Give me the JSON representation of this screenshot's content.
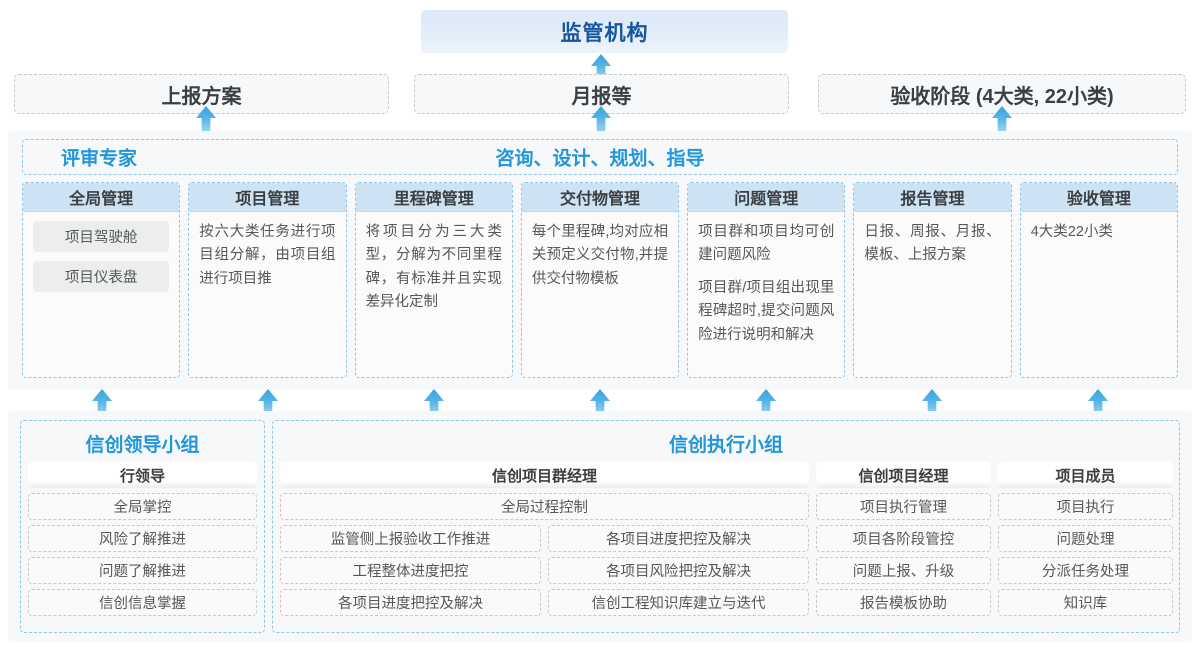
{
  "top": {
    "regulator": "监管机构",
    "reports": [
      "上报方案",
      "月报等",
      "验收阶段 (4大类, 22小类)"
    ]
  },
  "middle": {
    "header_left": "评审专家",
    "header_center": "咨询、设计、规划、指导",
    "columns": [
      {
        "title": "全局管理",
        "pills": [
          "项目驾驶舱",
          "项目仪表盘"
        ],
        "paras": []
      },
      {
        "title": "项目管理",
        "pills": [],
        "paras": [
          "按六大类任务进行项目组分解，由项目组进行项目推"
        ]
      },
      {
        "title": "里程碑管理",
        "pills": [],
        "paras": [
          "将项目分为三大类型，分解为不同里程碑，有标准并且实现差异化定制"
        ]
      },
      {
        "title": "交付物管理",
        "pills": [],
        "paras": [
          "每个里程碑,均对应相关预定义交付物,并提供交付物模板"
        ]
      },
      {
        "title": "问题管理",
        "pills": [],
        "paras": [
          "项目群和项目均可创建问题风险",
          "项目群/项目组出现里程碑超时,提交问题风险进行说明和解决"
        ]
      },
      {
        "title": "报告管理",
        "pills": [],
        "paras": [
          "日报、周报、月报、模板、上报方案"
        ]
      },
      {
        "title": "验收管理",
        "pills": [],
        "paras": [
          "4大类22小类"
        ]
      }
    ]
  },
  "bottom": {
    "leading_group": {
      "title": "信创领导小组",
      "role": "行领导",
      "items": [
        "全局掌控",
        "风险了解推进",
        "问题了解推进",
        "信创信息掌握"
      ]
    },
    "execution_group": {
      "title": "信创执行小组",
      "program_manager": {
        "role": "信创项目群经理",
        "full_width_item": "全局过程控制",
        "rows": [
          [
            "监管侧上报验收工作推进",
            "各项目进度把控及解决"
          ],
          [
            "工程整体进度把控",
            "各项目风险把控及解决"
          ],
          [
            "各项目进度把控及解决",
            "信创工程知识库建立与迭代"
          ]
        ]
      },
      "project_manager": {
        "role": "信创项目经理",
        "items": [
          "项目执行管理",
          "项目各阶段管控",
          "问题上报、升级",
          "报告模板协助"
        ]
      },
      "members": {
        "role": "项目成员",
        "items": [
          "项目执行",
          "问题处理",
          "分派任务处理",
          "知识库"
        ]
      }
    }
  },
  "colors": {
    "accent_blue": "#2196d8",
    "deep_blue": "#17559e",
    "header_fill": "#cde2f2",
    "panel_bg": "#f7f8f9",
    "pill_fill": "#eceded"
  }
}
